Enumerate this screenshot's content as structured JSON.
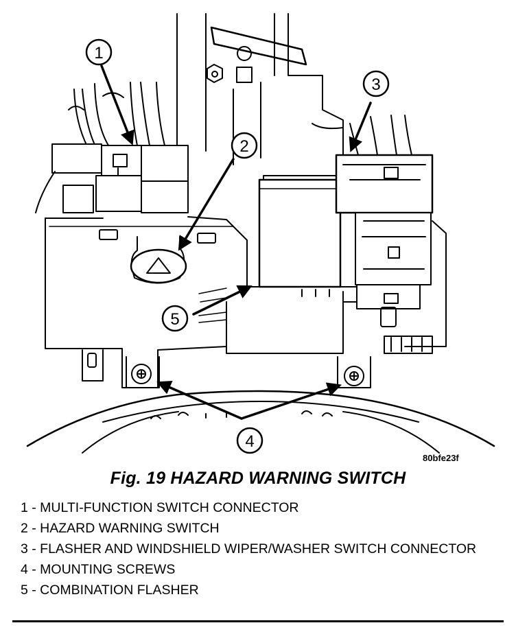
{
  "callouts": [
    "1",
    "2",
    "3",
    "4",
    "5"
  ],
  "image_code": "80bfe23f",
  "figure_title": "Fig. 19 HAZARD WARNING SWITCH",
  "legend": [
    "1 - MULTI-FUNCTION SWITCH CONNECTOR",
    "2 - HAZARD WARNING SWITCH",
    "3 - FLASHER AND WINDSHIELD WIPER/WASHER SWITCH CONNECTOR",
    "4 - MOUNTING SCREWS",
    "5 - COMBINATION FLASHER"
  ]
}
